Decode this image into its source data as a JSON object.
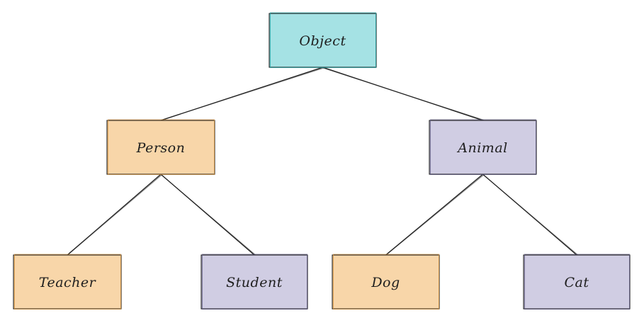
{
  "diagram": {
    "nodes": [
      {
        "id": "object",
        "label": "Object",
        "fill": "#a5e2e4",
        "stroke": "#1aa6a6"
      },
      {
        "id": "person",
        "label": "Person",
        "fill": "#f8d6a9",
        "stroke": "#e0973a"
      },
      {
        "id": "animal",
        "label": "Animal",
        "fill": "#d0cde3",
        "stroke": "#5b5780"
      },
      {
        "id": "teacher",
        "label": "Teacher",
        "fill": "#f8d6a9",
        "stroke": "#e0973a"
      },
      {
        "id": "student",
        "label": "Student",
        "fill": "#d0cde3",
        "stroke": "#5b5780"
      },
      {
        "id": "dog",
        "label": "Dog",
        "fill": "#f8d6a9",
        "stroke": "#e0973a"
      },
      {
        "id": "cat",
        "label": "Cat",
        "fill": "#d0cde3",
        "stroke": "#5b5780"
      }
    ],
    "edges": [
      {
        "from": "object",
        "to": "person"
      },
      {
        "from": "object",
        "to": "animal"
      },
      {
        "from": "person",
        "to": "teacher"
      },
      {
        "from": "person",
        "to": "student"
      },
      {
        "from": "animal",
        "to": "dog"
      },
      {
        "from": "animal",
        "to": "cat"
      }
    ]
  }
}
